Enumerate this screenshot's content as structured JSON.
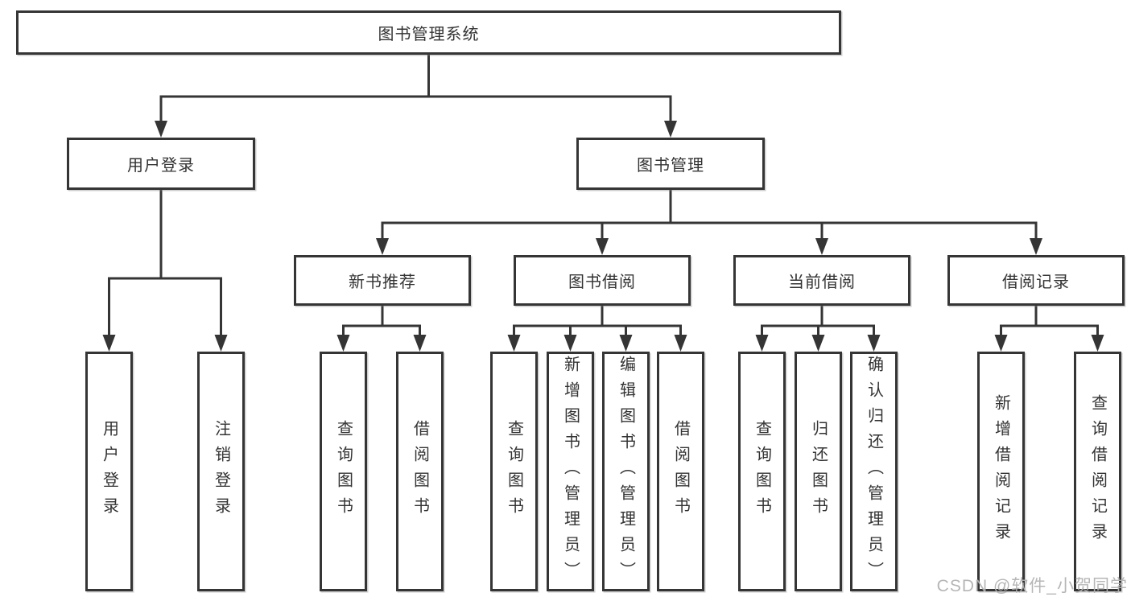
{
  "diagram": {
    "title_hint": "functional structure chart",
    "colors": {
      "line": "#353535",
      "box_border": "#353535",
      "box_background": "#ffffff",
      "text": "#333333",
      "watermark": "#b2b2b2"
    },
    "nodes": {
      "root": "图书管理系统",
      "level2": {
        "user_login": "用户登录",
        "book_management": "图书管理"
      },
      "level3": {
        "new_book_recommend": "新书推荐",
        "book_borrow": "图书借阅",
        "current_borrow": "当前借阅",
        "borrow_records": "借阅记录"
      },
      "leaves": {
        "user_login": "用户登录",
        "logout": "注销登录",
        "nb_query_books": "查询图书",
        "nb_borrow_books": "借阅图书",
        "bb_query_books": "查询图书",
        "bb_add_books": "新增图书（管理员）",
        "bb_edit_books": "编辑图书（管理员）",
        "bb_borrow_books": "借阅图书",
        "cb_query_books": "查询图书",
        "cb_return_books": "归还图书",
        "cb_confirm_return": "确认归还（管理员）",
        "br_add_record": "新增借阅记录",
        "br_query_record": "查询借阅记录"
      }
    },
    "watermark": "CSDN @软件_小贺同学"
  }
}
